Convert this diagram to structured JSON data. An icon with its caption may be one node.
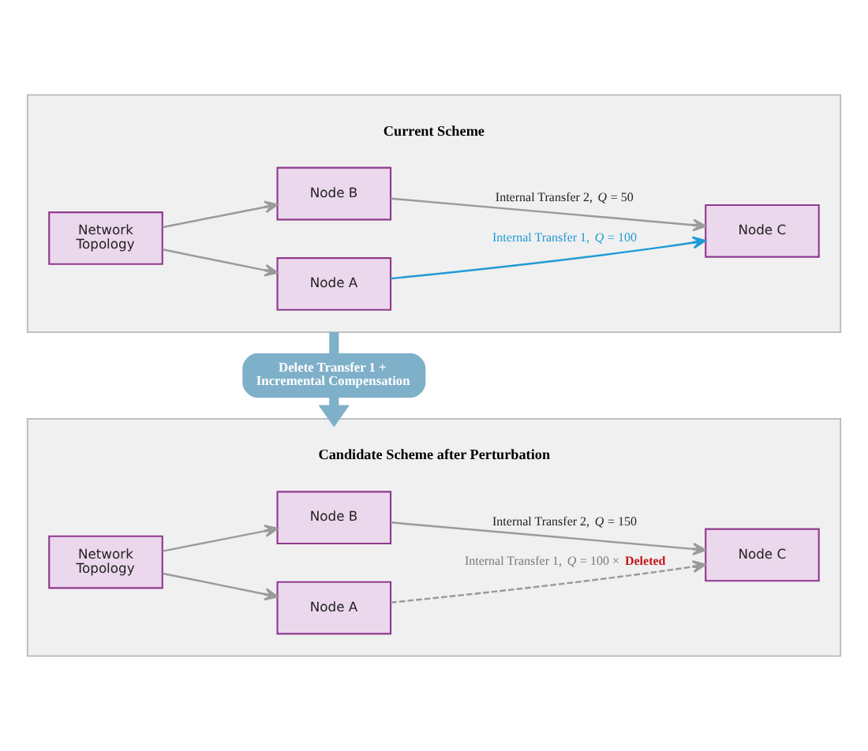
{
  "diagram": {
    "nodes": [
      {
        "text": [
          "Current Scheme"
        ]
      },
      {
        "text": [
          "Network Topology"
        ],
        "in": 0
      },
      {
        "text": [
          "Node B"
        ],
        "in": 0
      },
      {
        "text": [
          "Node A"
        ],
        "in": 0
      },
      {
        "text": [
          "Node C"
        ],
        "in": 0
      },
      {
        "text": [
          "Delete Transfer 1 + Incremental Compensation"
        ]
      },
      {
        "text": [
          "Candidate Scheme after Perturbation"
        ]
      },
      {
        "text": [
          "Network Topology"
        ],
        "in": 6
      },
      {
        "text": [
          "Node B"
        ],
        "in": 6
      },
      {
        "text": [
          "Node A"
        ],
        "in": 6
      },
      {
        "text": [
          "Node C"
        ],
        "in": 6
      }
    ],
    "edges": [
      {
        "from": 1,
        "to": 2,
        "arrow": "to"
      },
      {
        "from": 1,
        "to": 3,
        "arrow": "to"
      },
      {
        "from": 2,
        "to": 4,
        "arrow": "to",
        "label": "Internal Transfer 2, *Q* = 50"
      },
      {
        "from": 3,
        "to": 4,
        "arrow": "to",
        "label": "Internal Transfer 1, *Q* = 100",
        "color": "#1e9ad6"
      },
      {
        "from": 0,
        "to": 5,
        "arrow": "none",
        "style": "thick",
        "color": "#7fb0c9"
      },
      {
        "from": 5,
        "to": 6,
        "arrow": "to",
        "style": "thick",
        "color": "#7fb0c9"
      },
      {
        "from": 7,
        "to": 8,
        "arrow": "to"
      },
      {
        "from": 7,
        "to": 9,
        "arrow": "to"
      },
      {
        "from": 8,
        "to": 10,
        "arrow": "to",
        "label": "Internal Transfer 2, *Q* = 150"
      },
      {
        "from": 9,
        "to": 10,
        "arrow": "to",
        "label": "Internal Transfer 1, *Q* = 100 × **Deleted**",
        "style": "dashed"
      }
    ]
  }
}
